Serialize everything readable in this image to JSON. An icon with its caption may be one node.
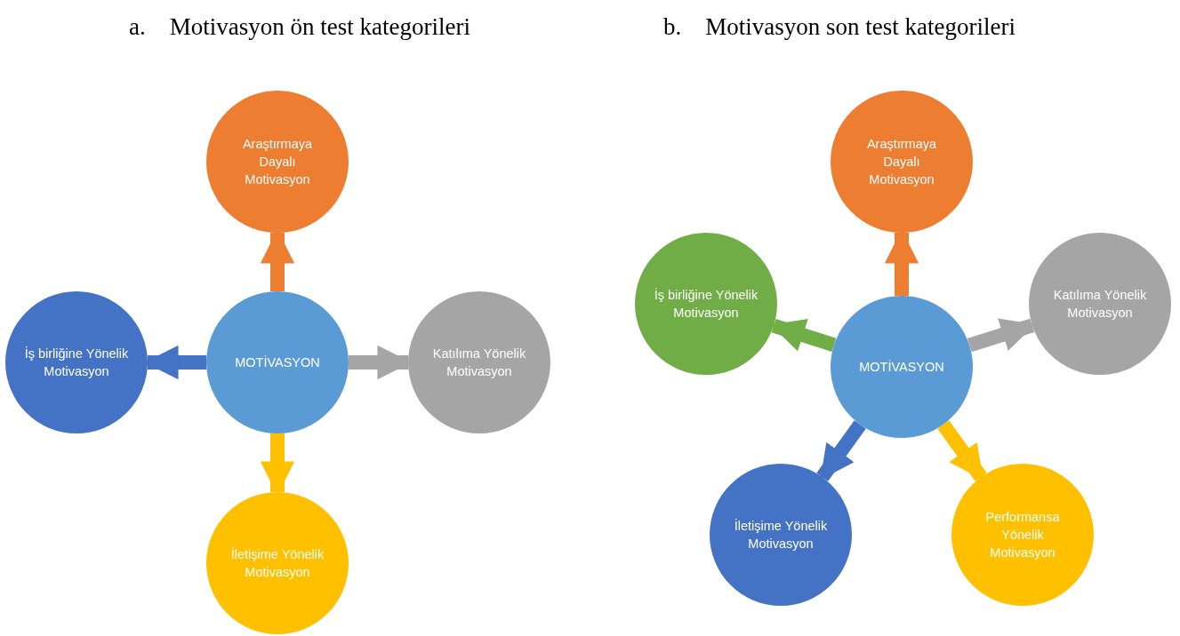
{
  "diagram": {
    "nodes": [
      {
        "text": [
          "Araştırmaya Dayalı Motivasyon"
        ]
      },
      {
        "text": [
          "İş birliğine Yönelik Motivasyon"
        ]
      },
      {
        "text": [
          "MOTİVASYON"
        ]
      },
      {
        "text": [
          "Katılıma Yönelik Motivasyon"
        ]
      },
      {
        "text": [
          "İletişime Yönelik Motivasyon"
        ]
      },
      {
        "text": [
          "Araştırmaya Dayalı Motivasyon"
        ]
      },
      {
        "text": [
          "İş birliğine Yönelik Motivasyon"
        ]
      },
      {
        "text": [
          "MOTİVASYON"
        ]
      },
      {
        "text": [
          "Katılıma Yönelik Motivasyon"
        ]
      },
      {
        "text": [
          "İletişime Yönelik Motivasyon"
        ]
      },
      {
        "text": [
          "Performansa Yönelik Motivasyon"
        ]
      }
    ],
    "edges": [
      {
        "from": 2,
        "to": 0,
        "arrow": "to",
        "color": "#ed7d31"
      },
      {
        "from": 2,
        "to": 1,
        "arrow": "to",
        "color": "#4472c4"
      },
      {
        "from": 2,
        "to": 3,
        "arrow": "to",
        "color": "#a5a5a5"
      },
      {
        "from": 2,
        "to": 4,
        "arrow": "to",
        "color": "#ffc000"
      },
      {
        "from": 7,
        "to": 5,
        "arrow": "to",
        "color": "#ed7d31"
      },
      {
        "from": 7,
        "to": 6,
        "arrow": "to",
        "color": "#70ad47"
      },
      {
        "from": 7,
        "to": 8,
        "arrow": "to",
        "color": "#a5a5a5"
      },
      {
        "from": 7,
        "to": 9,
        "arrow": "to",
        "color": "#4472c4"
      },
      {
        "from": 7,
        "to": 10,
        "arrow": "to",
        "color": "#ffc000"
      }
    ],
    "labels": [
      "a. Motivasyon ön test kategorileri",
      "b. Motivasyon son test kategorileri"
    ]
  }
}
